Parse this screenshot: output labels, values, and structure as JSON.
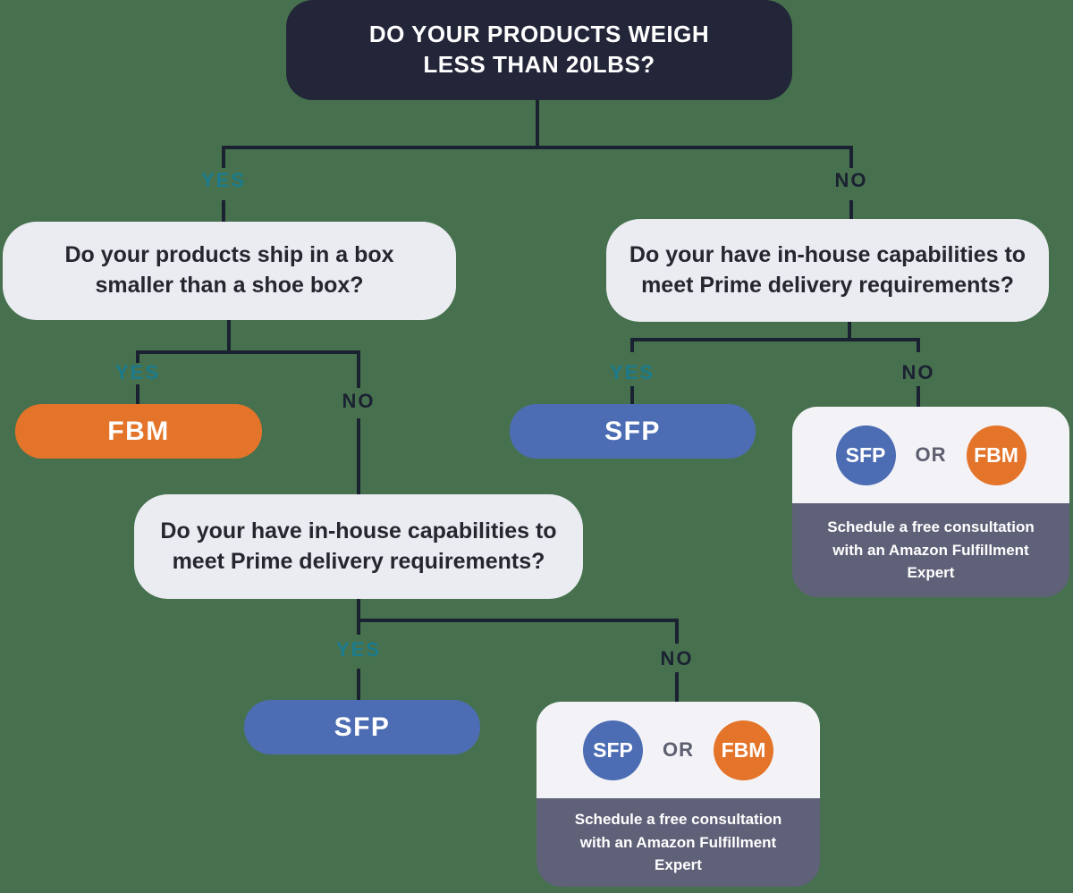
{
  "diagram": {
    "title_node": {
      "question": "DO YOUR PRODUCTS WEIGH LESS THAN 20LBS?"
    },
    "labels": {
      "yes": "YES",
      "no": "NO",
      "or": "OR"
    },
    "questions": {
      "shoe_box": "Do your products ship in a box smaller than a shoe box?",
      "prime_capabilities": "Do your have in-house capabilities to meet Prime delivery requirements?"
    },
    "results": {
      "fbm": "FBM",
      "sfp": "SFP",
      "consultation": "Schedule a free consultation with an Amazon Fulfillment Expert"
    },
    "colors": {
      "background": "#47714E",
      "root_box": "#232639",
      "question_box": "#EBECF1",
      "fbm_orange": "#E4742A",
      "sfp_blue": "#4C6DB3",
      "card_top": "#F3F3F7",
      "card_bottom_slate": "#5F6178",
      "yes_teal": "#1B7A8C",
      "no_navy": "#1B2231",
      "connector": "#1A2130"
    }
  }
}
